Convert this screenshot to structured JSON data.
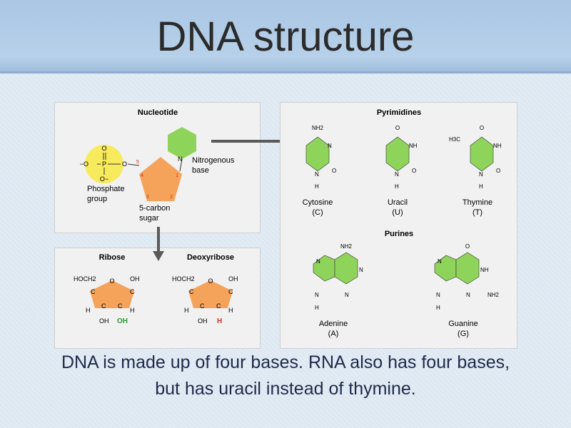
{
  "slide": {
    "title": "DNA structure",
    "caption_line1": "DNA is made up of four bases. RNA also has four bases,",
    "caption_line2": "but has uracil instead of thymine."
  },
  "nucleotide": {
    "heading": "Nucleotide",
    "phosphate_label_1": "Phosphate",
    "phosphate_label_2": "group",
    "base_label_1": "Nitrogenous",
    "base_label_2": "base",
    "sugar_label_1": "5-carbon",
    "sugar_label_2": "sugar",
    "p": "P",
    "o": "O",
    "o_minus": "O−",
    "minus_o": "−O",
    "n": "N",
    "c5": "5",
    "c4": "4",
    "c3": "3",
    "c2": "2",
    "c1": "1"
  },
  "sugars": {
    "ribose": "Ribose",
    "deoxyribose": "Deoxyribose",
    "hoch2": "HOCH2",
    "oh": "OH",
    "h": "H",
    "c": "C",
    "o": "O",
    "ribose_2prime": "OH",
    "deoxyribose_2prime": "H"
  },
  "bases": {
    "pyrimidines_heading": "Pyrimidines",
    "purines_heading": "Purines",
    "cytosine": "Cytosine",
    "cytosine_abbr": "(C)",
    "uracil": "Uracil",
    "uracil_abbr": "(U)",
    "thymine": "Thymine",
    "thymine_abbr": "(T)",
    "adenine": "Adenine",
    "adenine_abbr": "(A)",
    "guanine": "Guanine",
    "guanine_abbr": "(G)",
    "nh2": "NH2",
    "nh": "NH",
    "h3c": "H3C",
    "n": "N",
    "h": "H",
    "o": "O"
  },
  "colors": {
    "base_green": "#8fd45a",
    "sugar_orange": "#f5a35a",
    "phosphate_yellow": "#f7ea5c",
    "arrow_gray": "#5a5a5a",
    "accent_red": "#d0312d",
    "accent_green": "#2e9a3c"
  }
}
